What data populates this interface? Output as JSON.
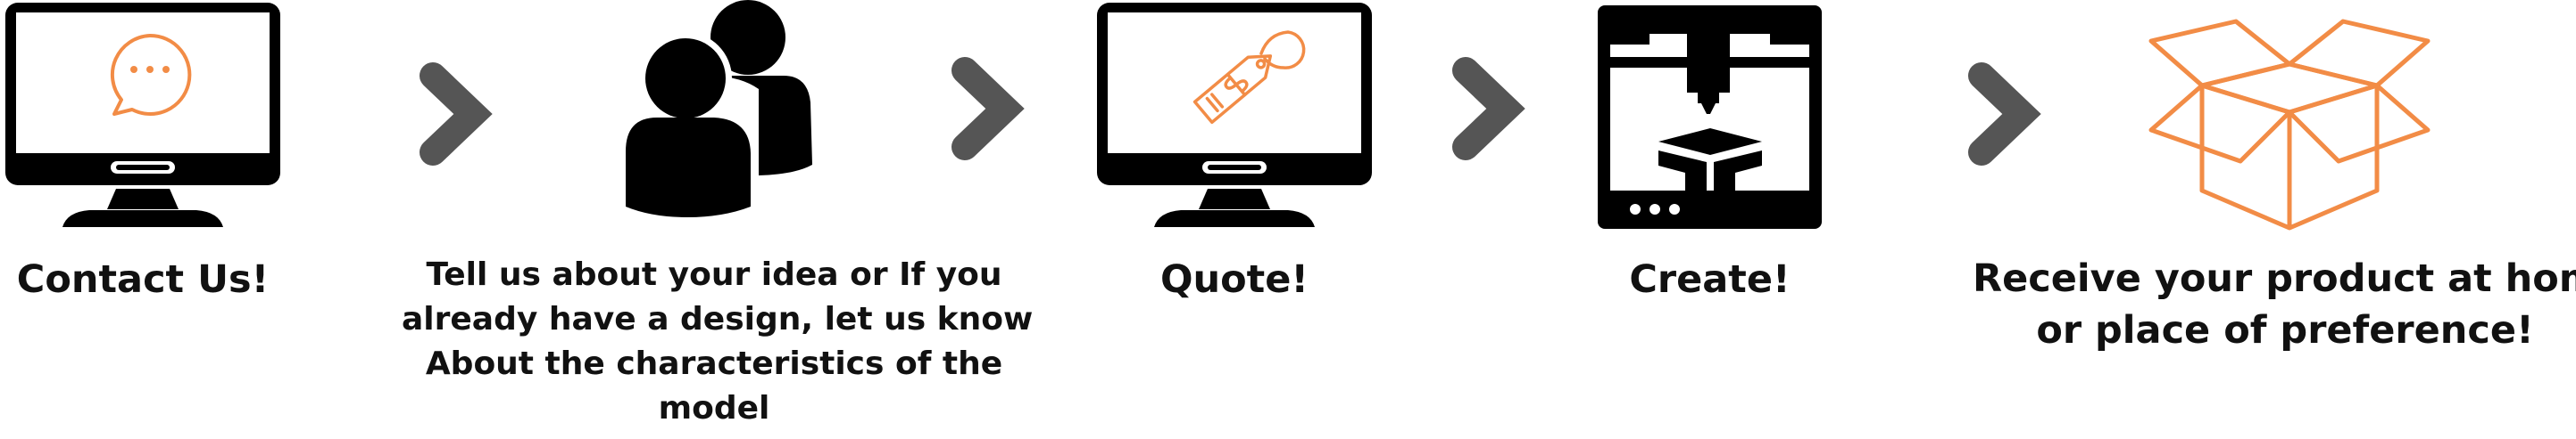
{
  "colors": {
    "accent": "#F28C46",
    "ink": "#000000",
    "chevron": "#555555",
    "text": "#111111"
  },
  "steps": [
    {
      "icon": "monitor-chat-icon",
      "lines": [
        "Contact Us!"
      ]
    },
    {
      "icon": "people-icon",
      "lines": [
        "Tell us about your idea or If you",
        "already have a design, let us know",
        "About the characteristics of the",
        "model"
      ]
    },
    {
      "icon": "monitor-price-tag-icon",
      "lines": [
        "Quote!"
      ]
    },
    {
      "icon": "3d-printer-icon",
      "lines": [
        "Create!"
      ]
    },
    {
      "icon": "open-box-icon",
      "lines": [
        "Receive your product at home",
        "or place of preference!"
      ]
    }
  ],
  "arrows": [
    "chevron-right-icon",
    "chevron-right-icon",
    "chevron-right-icon",
    "chevron-right-icon"
  ]
}
